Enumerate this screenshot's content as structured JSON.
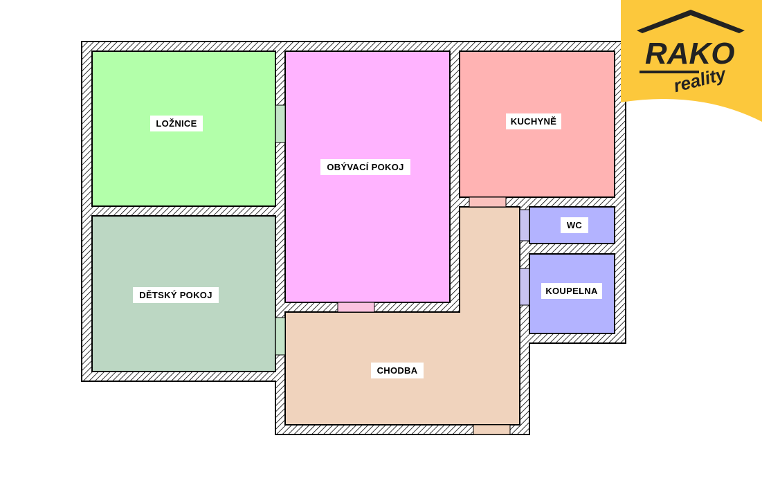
{
  "colors": {
    "wall_hatch": "#000000",
    "wall_fill": "#ffffff",
    "loznice": "#b3ffaa",
    "obyvaci": "#ffb3ff",
    "kuchyne": "#ffb3b3",
    "detsky": "#bcd7c3",
    "chodba": "#f0d3bd",
    "wc": "#b3b3ff",
    "koupelna": "#b3b3ff",
    "door": "#c4e4c8",
    "logo_bg": "#fcc83c"
  },
  "rooms": {
    "loznice": "LOŽNICE",
    "obyvaci": "OBÝVACÍ POKOJ",
    "kuchyne": "KUCHYNĚ",
    "wc": "WC",
    "detsky": "DĚTSKÝ POKOJ",
    "koupelna": "KOUPELNA",
    "chodba": "CHODBA"
  },
  "logo": {
    "brand": "RAKO",
    "tagline": "reality",
    "icon": "house-roof-icon"
  }
}
